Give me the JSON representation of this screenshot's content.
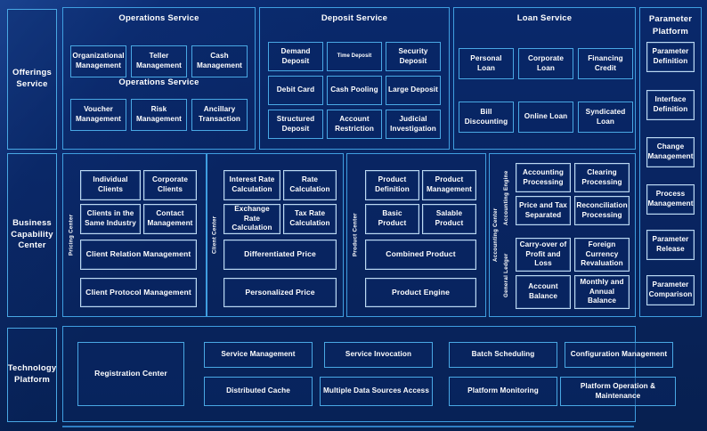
{
  "colors": {
    "background_deep": "#04112e",
    "panel_navy": "#0a2a6e",
    "border_blue": "#49a8e4",
    "border_glow": "#bcd9f2",
    "text": "#ffffff"
  },
  "rows": {
    "offerings": {
      "spine_label": "Offerings Service",
      "groups": [
        {
          "title": "Operations Service",
          "overlay_title": "Operations Service",
          "tiles": [
            "Organizational Management",
            "Teller Management",
            "Cash Management",
            "Voucher Management",
            "Risk Management",
            "Ancillary Transaction"
          ]
        },
        {
          "title": "Deposit Service",
          "tiles": [
            "Demand Deposit",
            "Time Deposit",
            "Security Deposit",
            "Debit Card",
            "Cash Pooling",
            "Large Deposit",
            "Structured Deposit",
            "Account Restriction",
            "Judicial Investigation"
          ]
        },
        {
          "title": "Loan Service",
          "tiles": [
            "Personal Loan",
            "Corporate Loan",
            "Financing Credit",
            "Bill Discounting",
            "Online Loan",
            "Syndicated Loan"
          ]
        }
      ]
    },
    "business": {
      "spine_label": "Business Capability Center",
      "groups": [
        {
          "vlabel": "Pricing Center",
          "tiles_small": [
            "Individual Clients",
            "Corporate Clients",
            "Clients in the Same Industry",
            "Contact Management"
          ],
          "tiles_wide": [
            "Client Relation Management",
            "Client Protocol Management"
          ]
        },
        {
          "vlabel": "Client Center",
          "tiles_small": [
            "Interest Rate Calculation",
            "Rate Calculation",
            "Exchange Rate Calculation",
            "Tax Rate Calculation"
          ],
          "tiles_wide": [
            "Differentiated Price",
            "Personalized Price"
          ]
        },
        {
          "vlabel": "Product Center",
          "tiles_small": [
            "Product Definition",
            "Product Management",
            "Basic Product",
            "Salable Product"
          ],
          "tiles_wide": [
            "Combined Product",
            "Product Engine"
          ]
        },
        {
          "vlabel": "Accounting Center",
          "sub_vlabels": [
            "Accounting Engine",
            "General Ledger"
          ],
          "tiles_engine": [
            "Accounting Processing",
            "Clearing Processing",
            "Price and Tax Separated",
            "Reconciliation Processing"
          ],
          "tiles_ledger": [
            "Carry-over of Profit and Loss",
            "Foreign Currency Revaluation",
            "Account Balance",
            "Monthly and Annual Balance"
          ]
        }
      ]
    },
    "technology": {
      "spine_label": "Technology Platform",
      "big_tile": "Registration Center",
      "tiles_top": [
        "Service Management",
        "Service Invocation",
        "Batch Scheduling",
        "Configuration Management"
      ],
      "tiles_bottom": [
        "Distributed Cache",
        "Multiple Data Sources Access",
        "Platform Monitoring",
        "Platform Operation & Maintenance"
      ]
    }
  },
  "right_column": {
    "title_line1": "Parameter",
    "title_line2": "Platform",
    "tiles": [
      "Parameter Definition",
      "Interface Definition",
      "Change Management",
      "Process Management",
      "Parameter Release",
      "Parameter Comparison"
    ]
  }
}
